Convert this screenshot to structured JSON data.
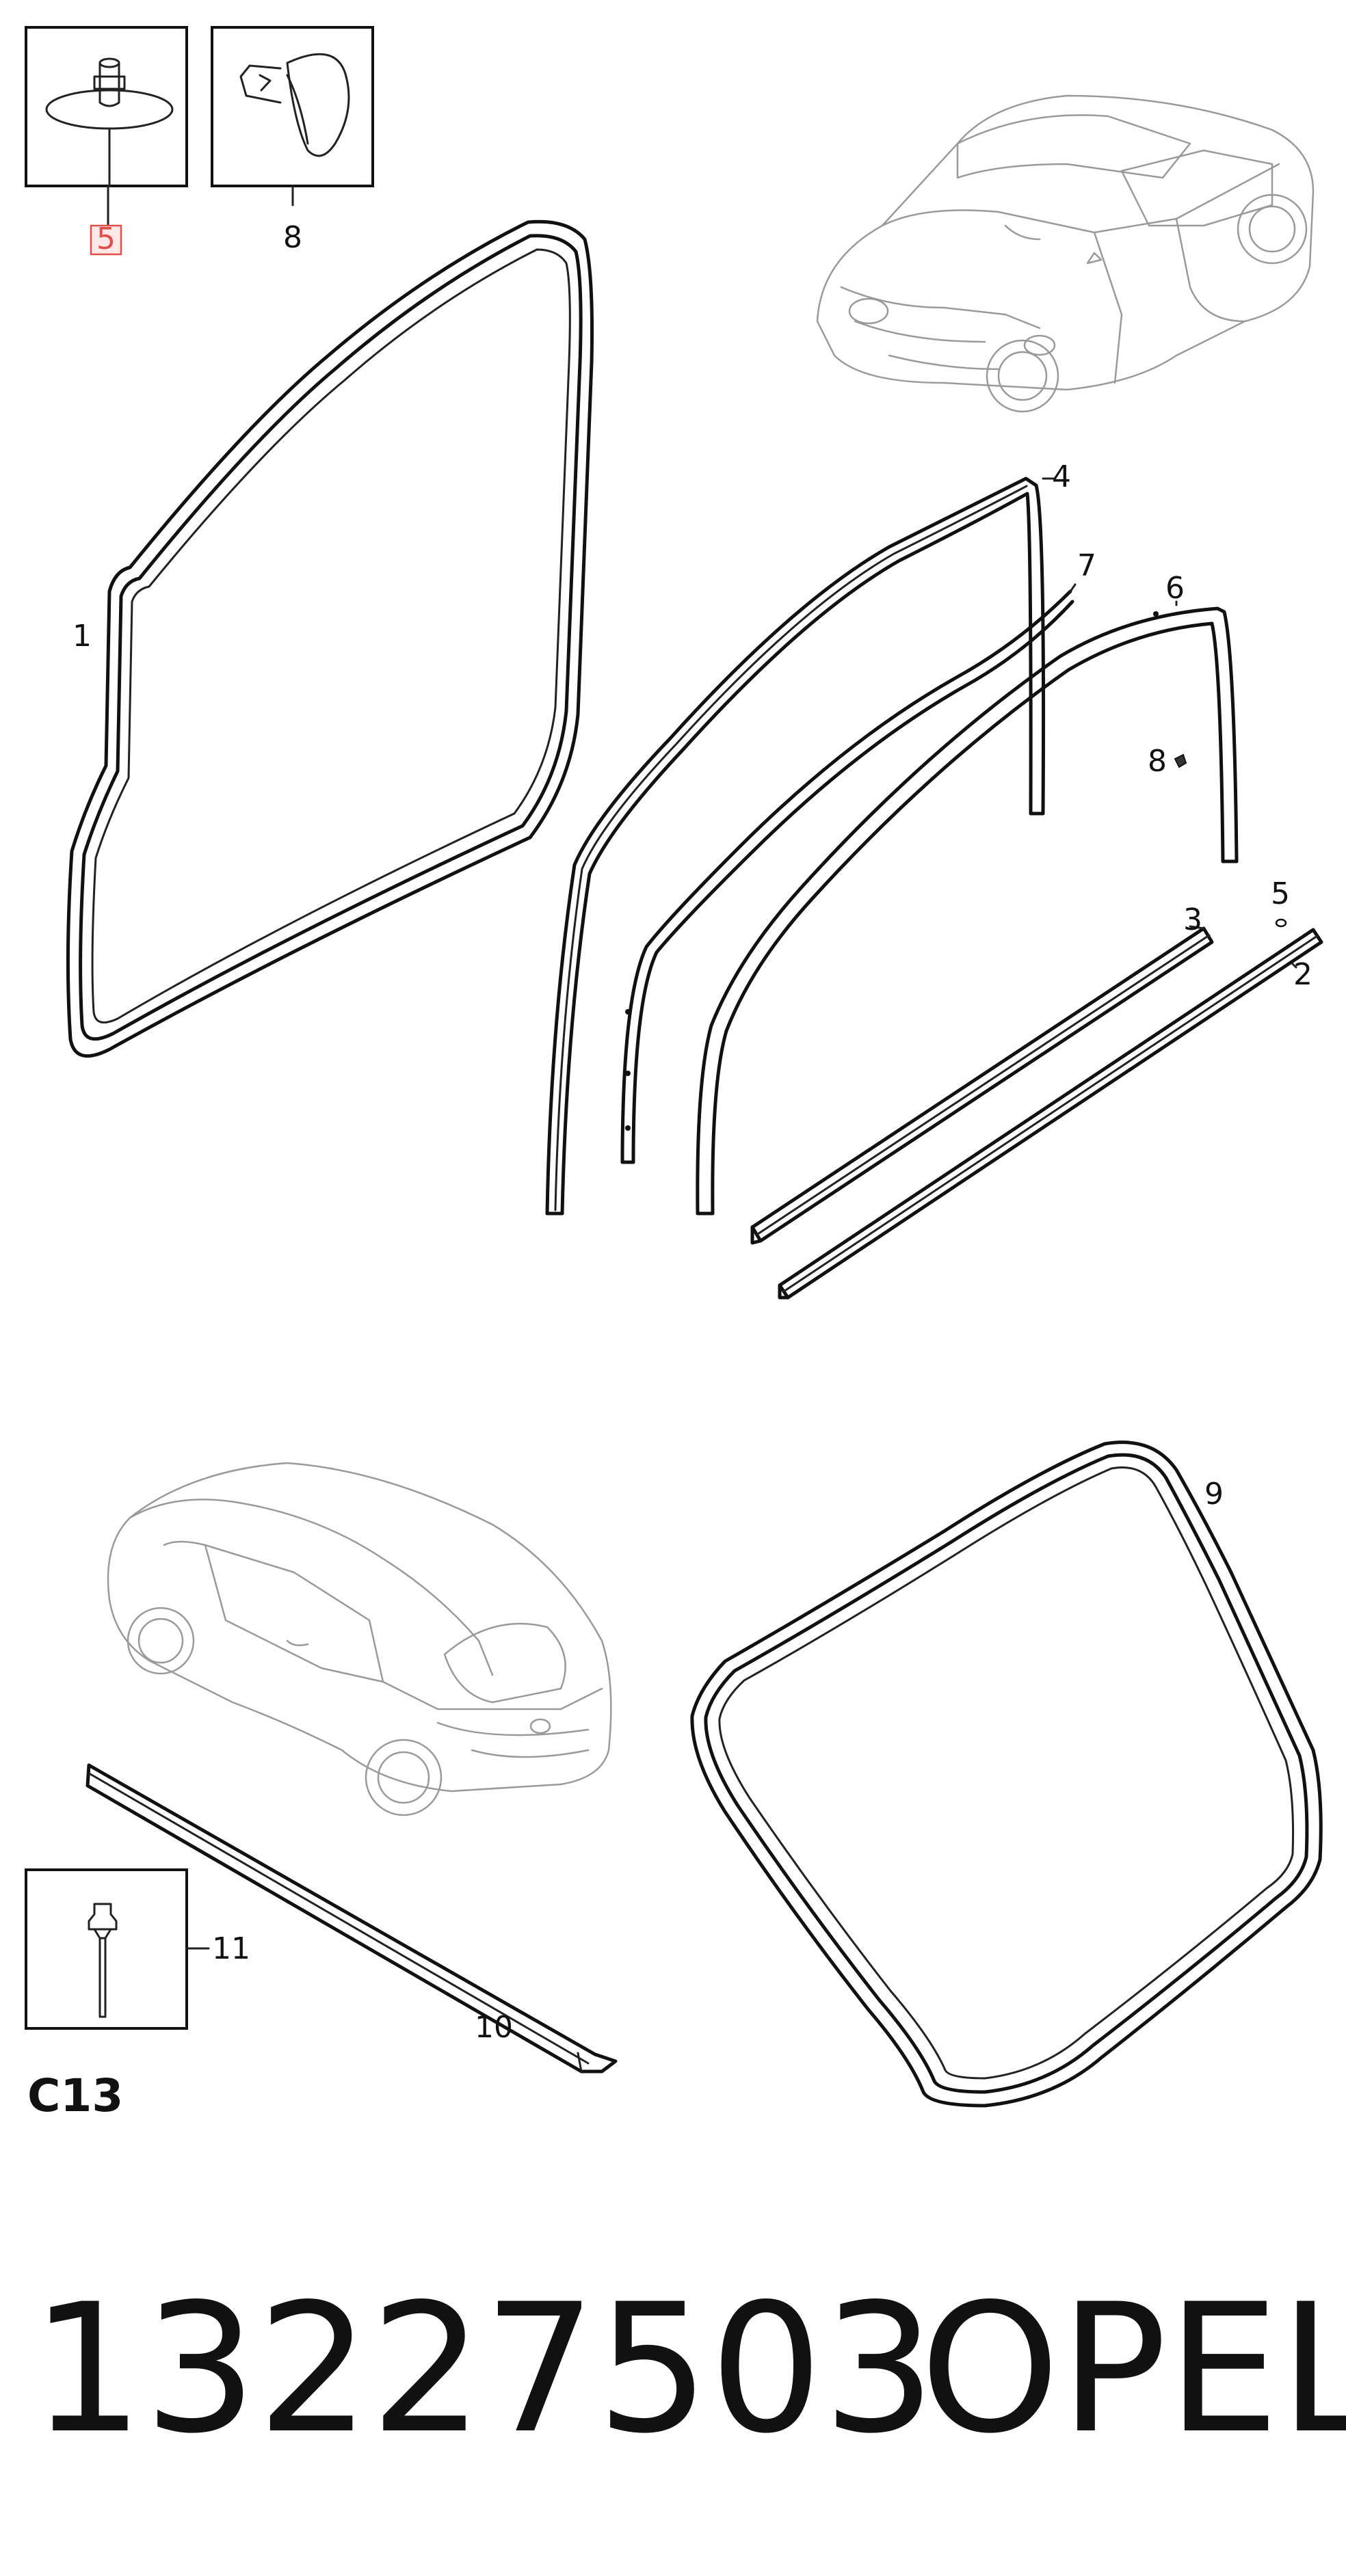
{
  "callouts": {
    "c1": "1",
    "c2": "2",
    "c3": "3",
    "c4": "4",
    "c5_top": "5",
    "c5_mid": "5",
    "c6": "6",
    "c7": "7",
    "c8_top": "8",
    "c8_mid": "8",
    "c9": "9",
    "c10": "10",
    "c11": "11"
  },
  "section_code": "C13",
  "part_number": "13227503",
  "brand": "OPEL",
  "colors": {
    "line": "#111111",
    "car_line": "#9a9a9a",
    "highlight": "#e0504a"
  },
  "icons": [
    "fastener-disc-icon",
    "clip-icon",
    "rivet-icon",
    "car-front-view-icon",
    "car-rear-view-icon"
  ]
}
